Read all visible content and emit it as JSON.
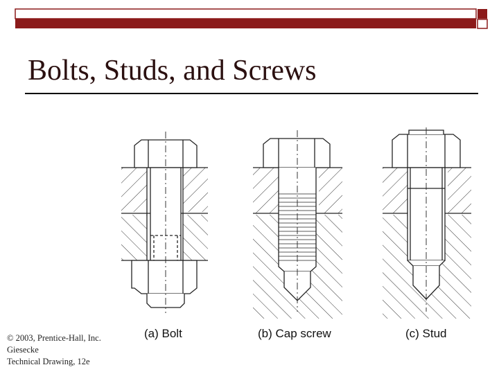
{
  "slide": {
    "title": "Bolts, Studs, and Screws",
    "colors": {
      "accent": "#8b1a1a",
      "bar_fill": "#ffffff"
    }
  },
  "figure": {
    "captions": {
      "bolt": "(a) Bolt",
      "cap_screw": "(b) Cap screw",
      "stud": "(c) Stud"
    }
  },
  "copyright": {
    "line1": "© 2003, Prentice-Hall, Inc.",
    "line2": "Giesecke",
    "line3": "Technical Drawing, 12e"
  }
}
